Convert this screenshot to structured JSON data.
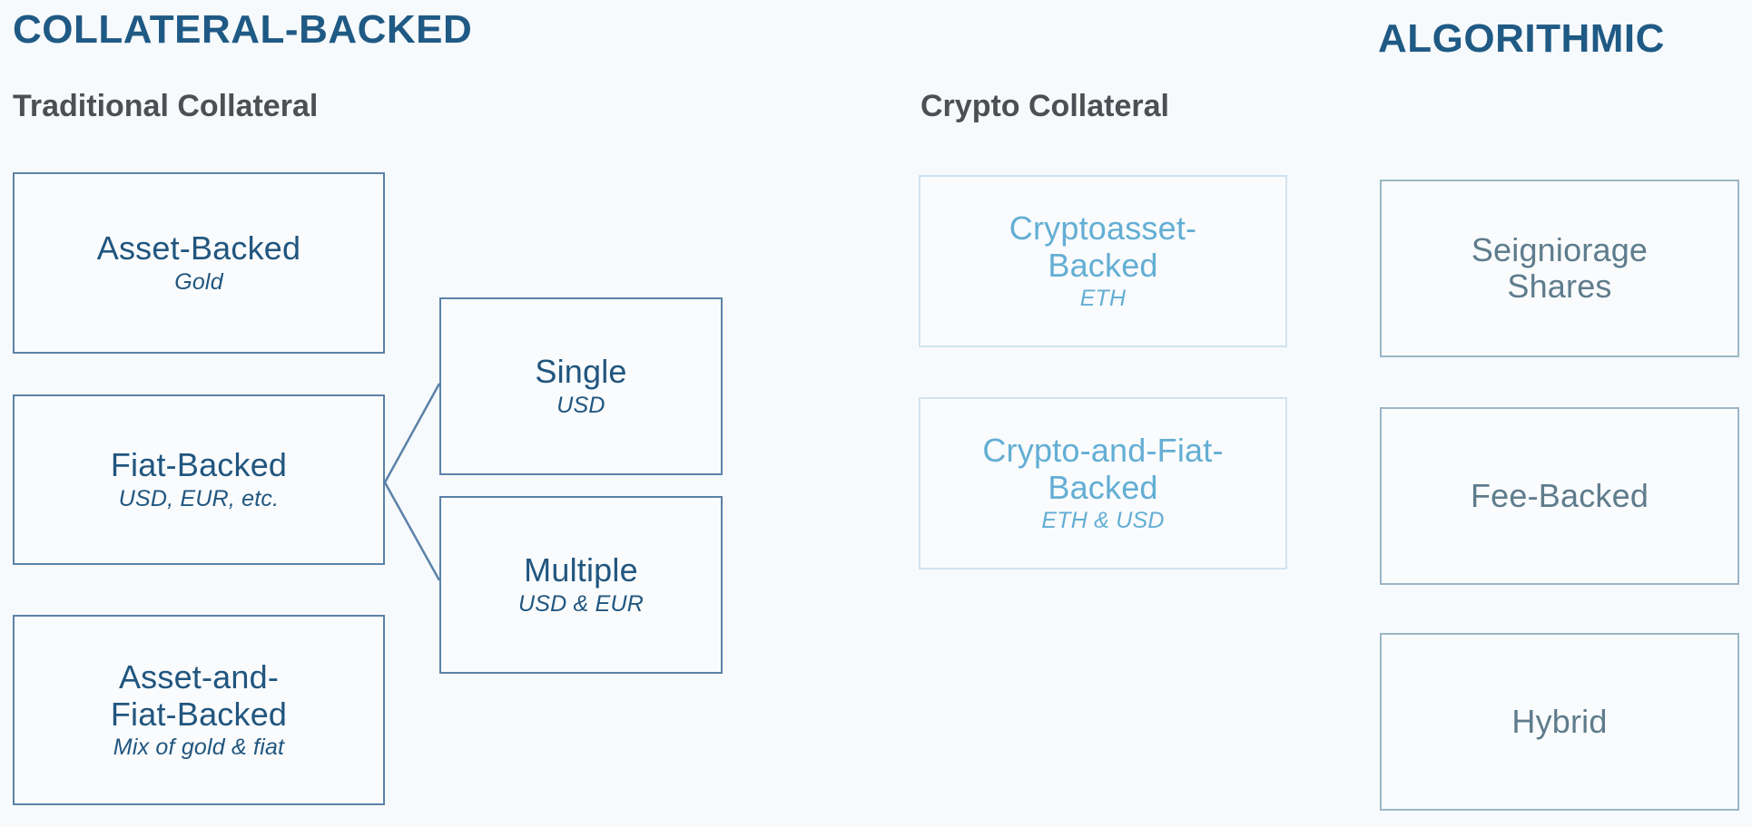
{
  "headings": {
    "collateral_backed": "COLLATERAL-BACKED",
    "algorithmic": "ALGORITHMIC"
  },
  "column_labels": {
    "traditional_collateral": "Traditional Collateral",
    "crypto_collateral": "Crypto Collateral"
  },
  "colors": {
    "background": "#f7fafc",
    "heading_blue": "#1f5a85",
    "column_label_gray": "#4c4f54",
    "dark_box_border": "#5b82a8",
    "dark_box_text": "#21567f",
    "light_box_border": "#cfe3f0",
    "light_box_text": "#63aed4",
    "muted_box_border": "#9bb6c6",
    "muted_box_text": "#5e7c8c",
    "connector_line": "#5b82a8"
  },
  "traditional_boxes": [
    {
      "title": "Asset-Backed",
      "sub": "Gold"
    },
    {
      "title": "Fiat-Backed",
      "sub": "USD, EUR, etc."
    },
    {
      "title": "Asset-and-\nFiat-Backed",
      "sub": "Mix of gold & fiat"
    }
  ],
  "fiat_subtypes": [
    {
      "title": "Single",
      "sub": "USD"
    },
    {
      "title": "Multiple",
      "sub": "USD & EUR"
    }
  ],
  "crypto_boxes": [
    {
      "title": "Cryptoasset-\nBacked",
      "sub": "ETH"
    },
    {
      "title": "Crypto-and-Fiat-\nBacked",
      "sub": "ETH & USD"
    }
  ],
  "algorithmic_boxes": [
    {
      "title": "Seigniorage\nShares",
      "sub": ""
    },
    {
      "title": "Fee-Backed",
      "sub": ""
    },
    {
      "title": "Hybrid",
      "sub": ""
    }
  ]
}
